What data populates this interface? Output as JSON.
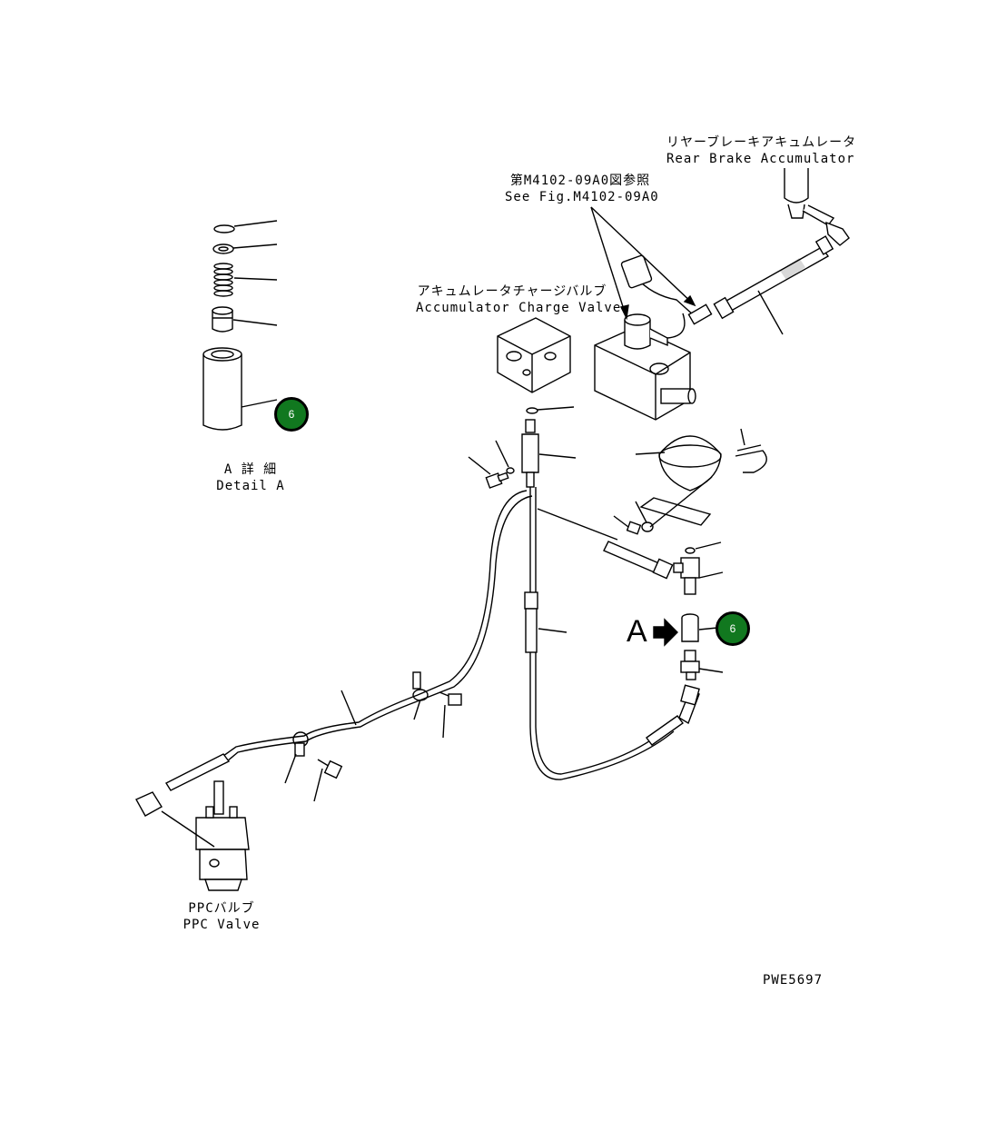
{
  "labels": {
    "rear_brake_accumulator_jp": "リヤーブレーキアキュムレータ",
    "rear_brake_accumulator_en": "Rear Brake Accumulator",
    "see_fig_jp": "第M4102-09A0図参照",
    "see_fig_en": "See Fig.M4102-09A0",
    "charge_valve_jp": "アキュムレータチャージバルブ",
    "charge_valve_en": "Accumulator Charge Valve",
    "detail_a_jp": "A 詳 細",
    "detail_a_en": "Detail A",
    "ppc_valve_jp": "PPCバルブ",
    "ppc_valve_en": "PPC Valve",
    "view_marker": "A",
    "drawing_code": "PWE5697"
  },
  "callouts": {
    "detail_part": "6",
    "main_part": "6"
  },
  "colors": {
    "callout_fill": "#11781f",
    "line": "#000000"
  }
}
